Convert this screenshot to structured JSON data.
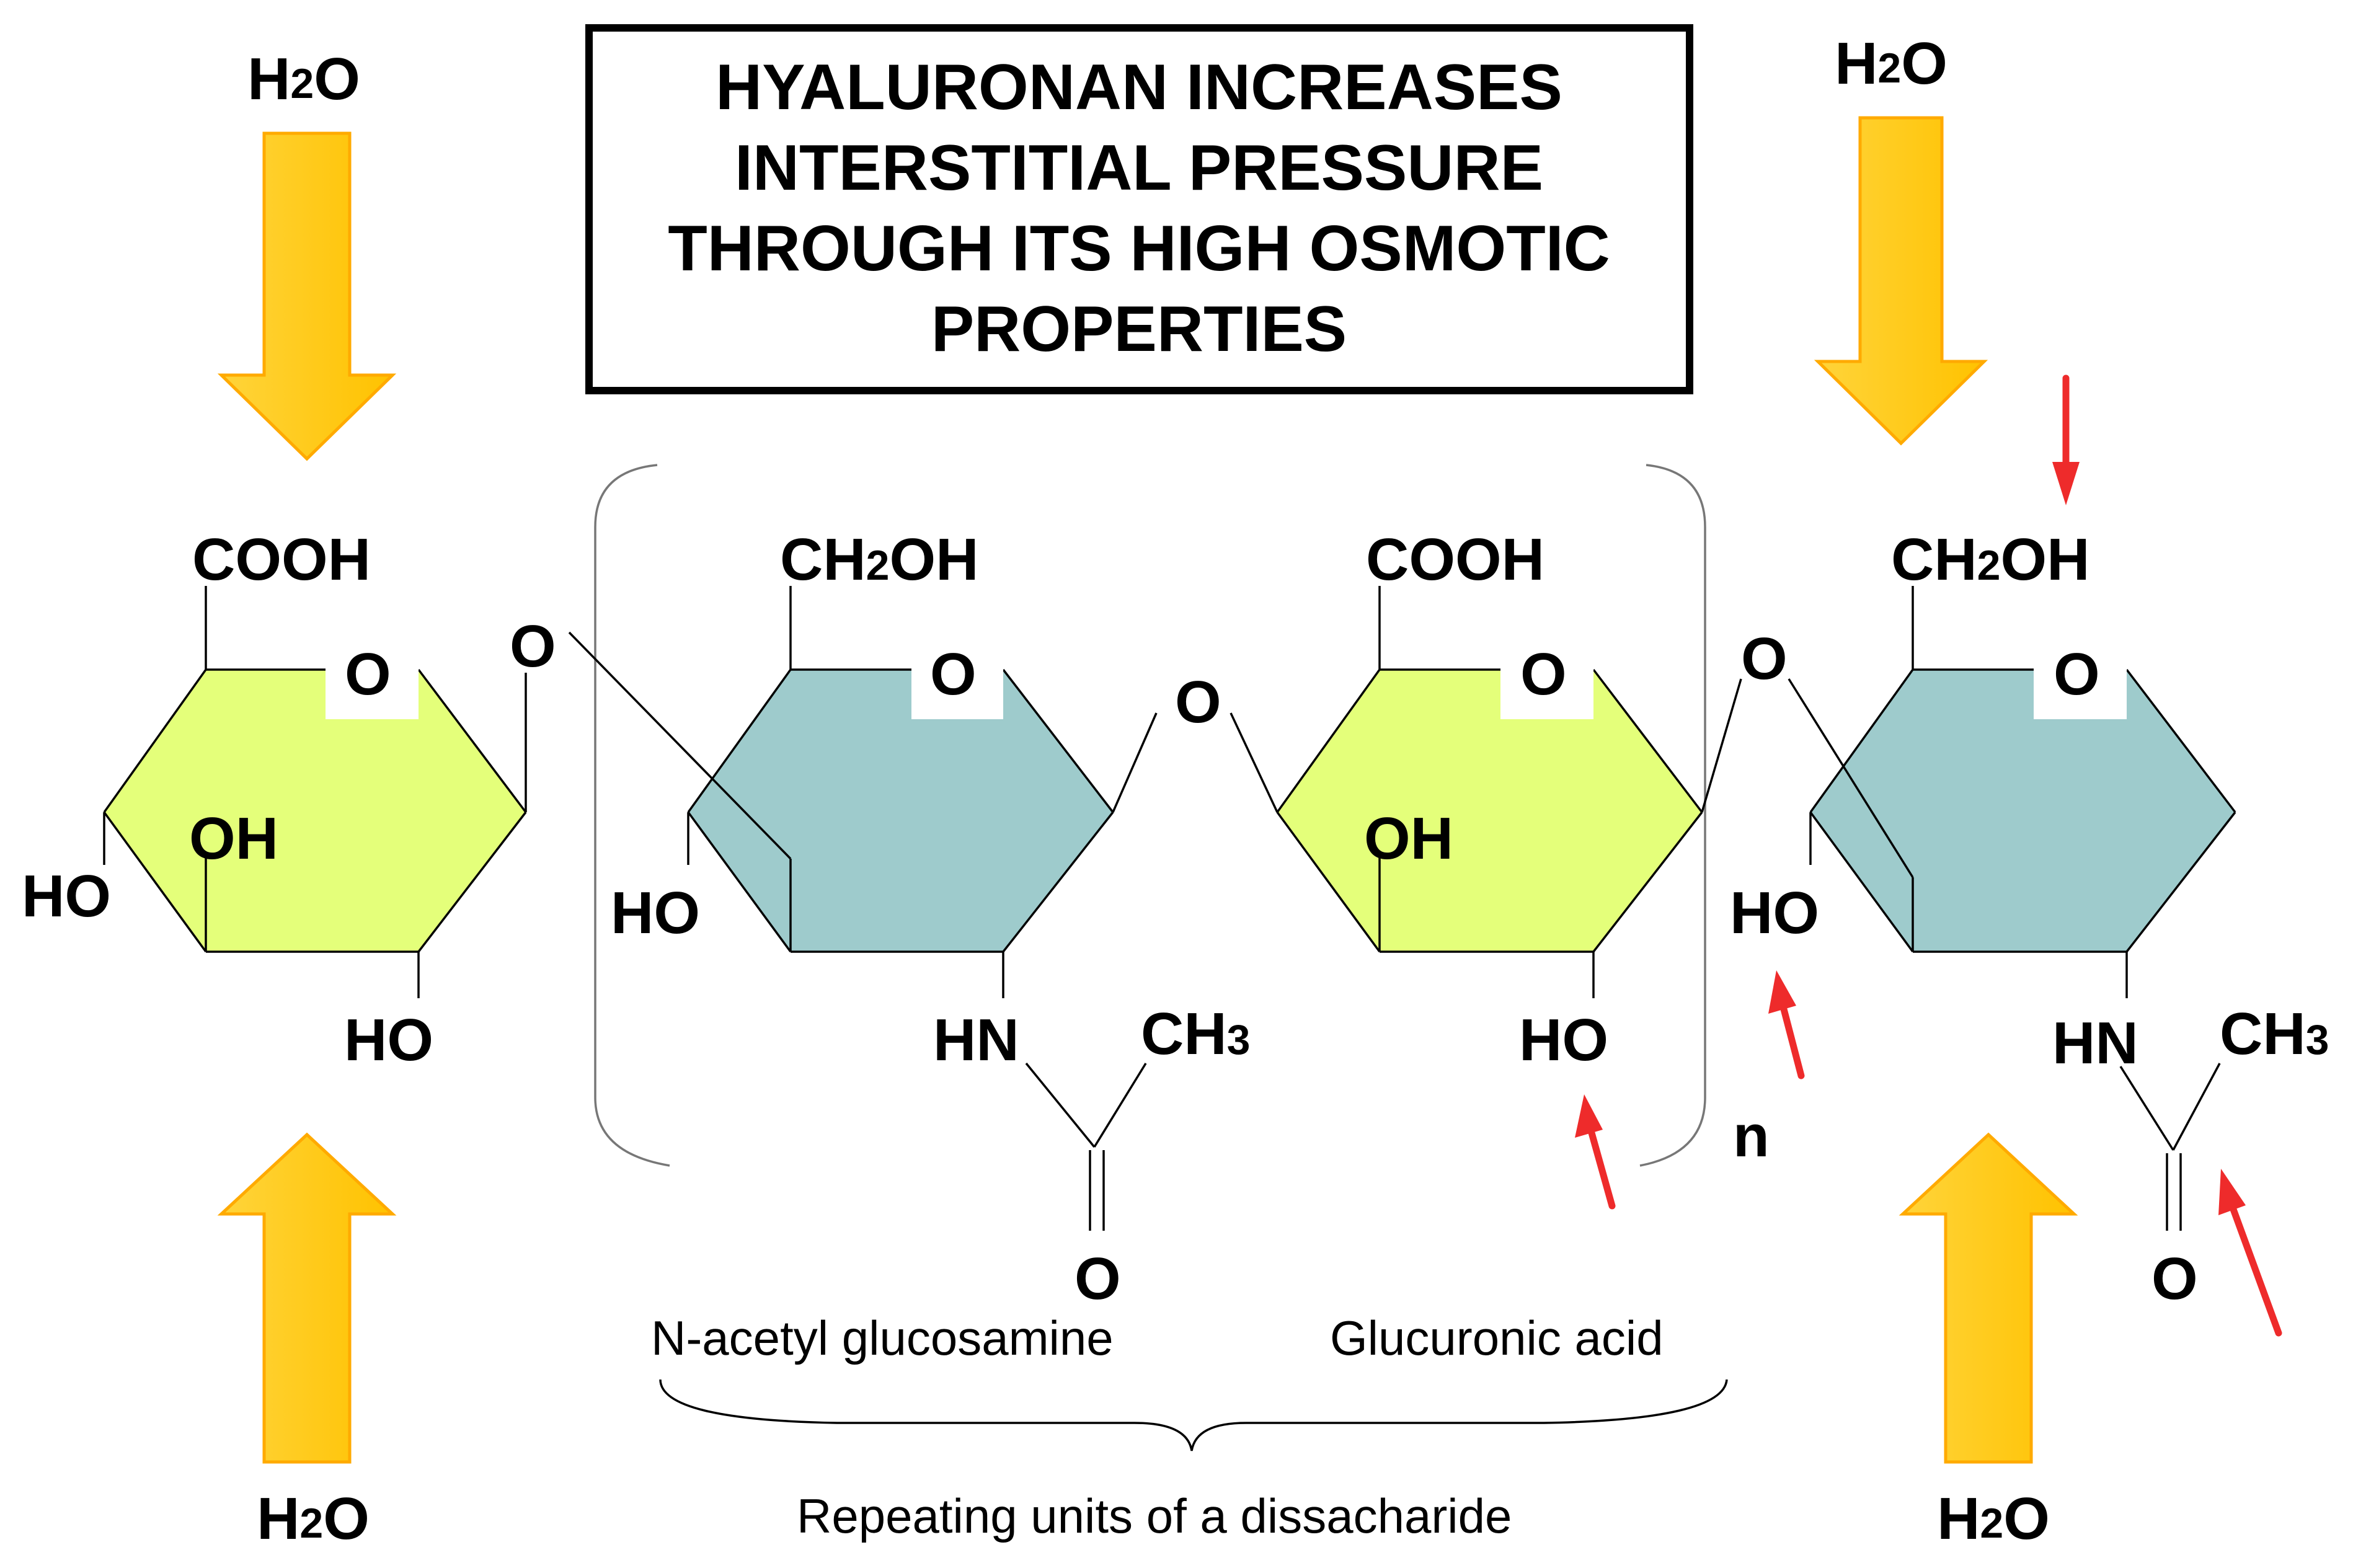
{
  "title": {
    "line1": "HYALURONAN INCREASES",
    "line2": "INTERSTITIAL PRESSURE",
    "line3": "THROUGH ITS HIGH OSMOTIC",
    "line4": "PROPERTIES"
  },
  "water": {
    "base": "H",
    "subscript": "2",
    "tail": "O"
  },
  "groups": {
    "cooh": "COOH",
    "ch2oh_a": "CH",
    "ch2oh_sub": "2",
    "ch2oh_b": "OH",
    "ring_o": "O",
    "oh": "OH",
    "ho": "HO",
    "hn": "HN",
    "ch3_a": "CH",
    "ch3_sub": "3",
    "linkage_o": "O",
    "carbonyl_o": "O",
    "repeat_n": "n"
  },
  "labels": {
    "glucosamine": "N-acetyl glucosamine",
    "glucuronic": "Glucuronic acid",
    "repeating": "Repeating units of a dissacharide"
  },
  "colors": {
    "glucuronic_fill": "#e4ff7a",
    "glucosamine_fill": "#9ecbcc",
    "water_arrow": "#ffcc22",
    "water_arrow_edge": "#ffaa00",
    "highlight_arrow": "#ee2b2b"
  }
}
